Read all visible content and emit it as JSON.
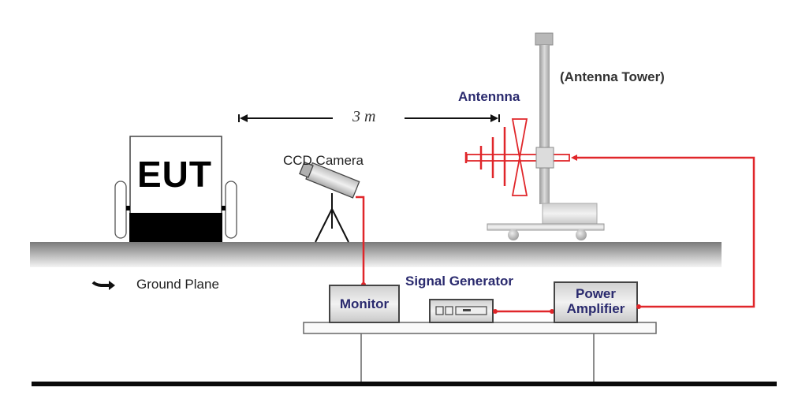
{
  "diagram": {
    "type": "test-setup",
    "labels": {
      "antenna_tower": "(Antenna Tower)",
      "antenna": "Antennna",
      "distance": "3 m",
      "ccd_camera": "CCD Camera",
      "eut": "EUT",
      "ground_plane": "Ground Plane",
      "signal_generator": "Signal Generator",
      "monitor": "Monitor",
      "power_amplifier_line1": "Power",
      "power_amplifier_line2": "Amplifier"
    },
    "colors": {
      "cable": "#e0262a",
      "label_blue": "#2a2a6e",
      "gray_equipment": "#b5b5b5",
      "floor": "#000000"
    },
    "connections": [
      {
        "from": "CCD Camera",
        "to": "Monitor"
      },
      {
        "from": "Signal Generator",
        "to": "Power Amplifier"
      },
      {
        "from": "Power Amplifier",
        "to": "Antenna"
      }
    ]
  }
}
